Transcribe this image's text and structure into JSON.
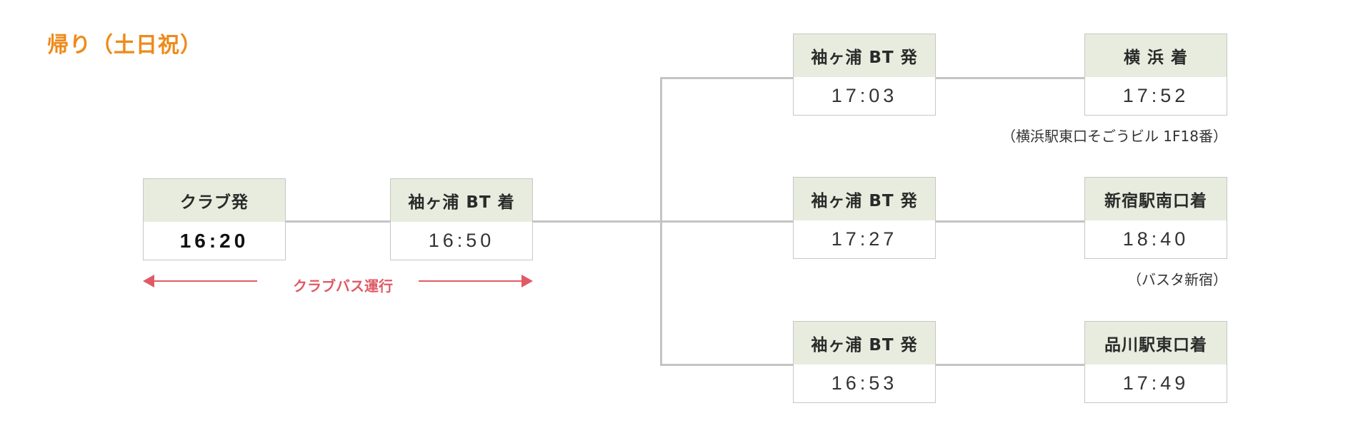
{
  "title": "帰り（土日祝）",
  "origin": {
    "label": "クラブ発",
    "time": "16:20"
  },
  "transfer": {
    "label": "袖ヶ浦 BT 着",
    "time": "16:50"
  },
  "bus_note": "クラブバス運行",
  "routes": [
    {
      "dep_label": "袖ヶ浦 BT 発",
      "dep_time": "17:03",
      "arr_label": "横 浜 着",
      "arr_time": "17:52",
      "note": "（横浜駅東口そごうビル 1F18番）"
    },
    {
      "dep_label": "袖ヶ浦 BT 発",
      "dep_time": "17:27",
      "arr_label": "新宿駅南口着",
      "arr_time": "18:40",
      "note": "（バスタ新宿）"
    },
    {
      "dep_label": "袖ヶ浦 BT 発",
      "dep_time": "16:53",
      "arr_label": "品川駅東口着",
      "arr_time": "17:49",
      "note": ""
    }
  ],
  "colors": {
    "title": "#ee8a1a",
    "box_header": "#e8ecde",
    "bus_arrow": "#e05a65",
    "connector": "#c4c4c4"
  }
}
